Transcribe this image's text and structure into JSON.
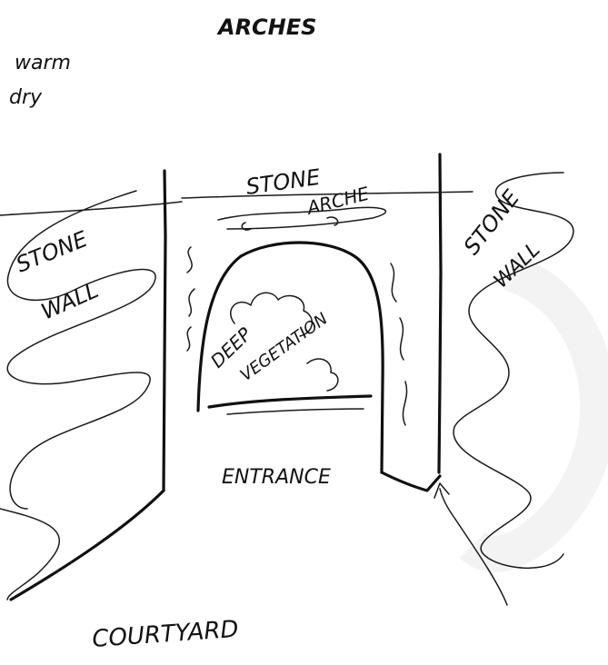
{
  "labels": {
    "title": "ARCHES",
    "warm": "warm",
    "dry": "dry",
    "stone_arch_line1": "STONE",
    "stone_arch_line2": "ARCHE",
    "left_wall_line1": "STONE",
    "left_wall_line2": "WALL",
    "right_wall_line1": "STONE",
    "right_wall_line2": "WALL",
    "deep_line1": "DEEP",
    "vegetation": "VEGETATION",
    "entrance": "ENTRANCE",
    "courtyard": "COURTYARD"
  },
  "colors": {
    "ink": "#141414",
    "paper": "#ffffff"
  }
}
